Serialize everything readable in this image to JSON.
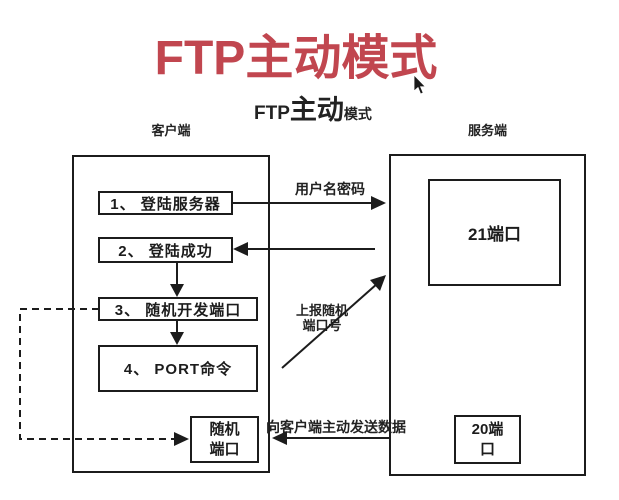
{
  "page": {
    "title": "FTP主动模式",
    "subtitle_prefix": "FTP",
    "subtitle_main": "主动",
    "subtitle_suffix": "模式"
  },
  "client": {
    "label": "客户端",
    "steps": [
      {
        "label": "1、 登陆服务器"
      },
      {
        "label": "2、 登陆成功"
      },
      {
        "label": "3、 随机开发端口"
      },
      {
        "label": "4、 PORT命令"
      }
    ],
    "random_port_label": "随机\n端口"
  },
  "server": {
    "label": "服务端",
    "port_21_label": "21端口",
    "port_20_label": "20端\n口"
  },
  "connections": {
    "login_label": "用户名密码",
    "report_label": "上报随机\n端口号",
    "push_data_label": "向客户端主动发送数据"
  },
  "colors": {
    "title": "#c1464f",
    "line": "#1c1c1c"
  }
}
